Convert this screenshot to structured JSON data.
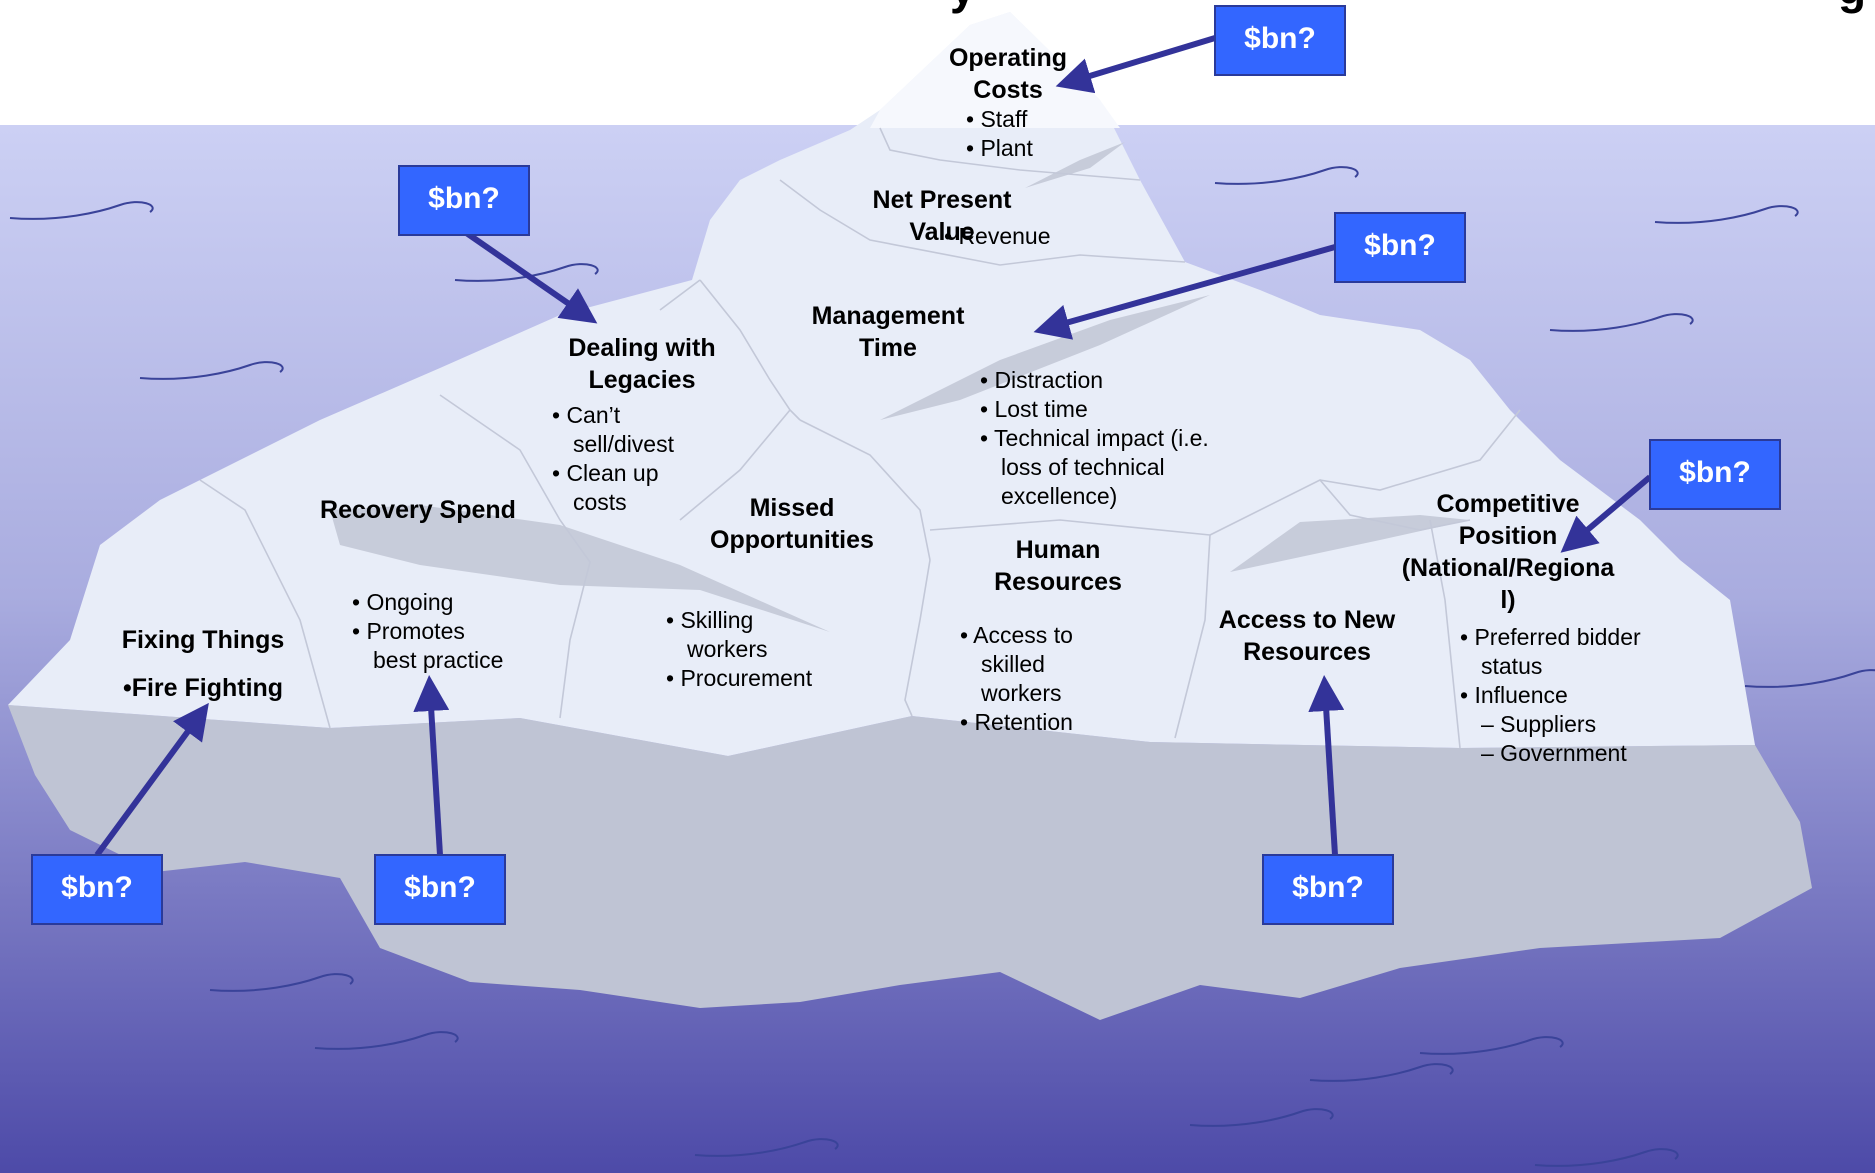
{
  "top_title_fragment": "y",
  "top_title_fragment_right": "g",
  "badge_label": "$bn?",
  "regions": {
    "operating_costs": {
      "title": [
        "Operating",
        "Costs"
      ],
      "bullets": [
        "• Staff",
        "• Plant"
      ]
    },
    "net_present_value": {
      "title": [
        "Net Present",
        "Value"
      ],
      "bullets": [
        "• Revenue"
      ]
    },
    "management_time": {
      "title": [
        "Management",
        "Time"
      ],
      "bullets": [
        "• Distraction",
        "• Lost time",
        "• Technical impact (i.e.",
        "loss of technical",
        "excellence)"
      ]
    },
    "dealing_with_legacies": {
      "title": [
        "Dealing with",
        "Legacies"
      ],
      "bullets": [
        "• Can’t",
        "sell/divest",
        "• Clean up",
        "costs"
      ]
    },
    "recovery_spend": {
      "title": [
        "Recovery Spend"
      ],
      "bullets": [
        "• Ongoing",
        "• Promotes",
        "best practice"
      ]
    },
    "missed_opportunities": {
      "title": [
        "Missed",
        "Opportunities"
      ],
      "bullets": [
        "• Skilling",
        "workers",
        "• Procurement"
      ]
    },
    "human_resources": {
      "title": [
        "Human",
        "Resources"
      ],
      "bullets": [
        "• Access to",
        "skilled",
        "workers",
        "• Retention"
      ]
    },
    "access_to_new_resources": {
      "title": [
        "Access to New",
        "Resources"
      ],
      "bullets": []
    },
    "competitive_position": {
      "title": [
        "Competitive",
        "Position",
        "(National/Regiona",
        "l)"
      ],
      "bullets": [
        "• Preferred bidder",
        "status",
        "• Influence",
        "– Suppliers",
        "– Government"
      ]
    },
    "fixing_things": {
      "title": [
        "Fixing Things",
        "•Fire Fighting"
      ],
      "bullets": []
    }
  },
  "colors": {
    "badge": "#3366ff",
    "arrow": "#333399",
    "ice": "#e8edf8",
    "ice_underwater": "#bfc4d4",
    "water_top": "#c8ccf0",
    "water_bottom": "#4d4aa8"
  }
}
